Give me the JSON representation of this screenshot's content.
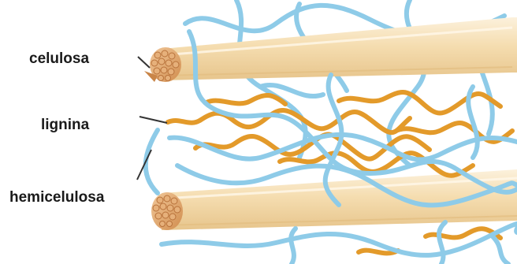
{
  "labels": {
    "cellulose": "celulosa",
    "lignin": "lignina",
    "hemicellulose": "hemicelulosa"
  },
  "colors": {
    "cellulose_fiber": "#f5ddb0",
    "cellulose_highlight": "#fcf1dc",
    "cellulose_shadow": "#e7c58c",
    "fibril_end": "#d99a5c",
    "hemicellulose": "#8ecbe8",
    "lignin": "#e39a2a",
    "leader_line": "#333333",
    "text": "#1a1a1a"
  }
}
